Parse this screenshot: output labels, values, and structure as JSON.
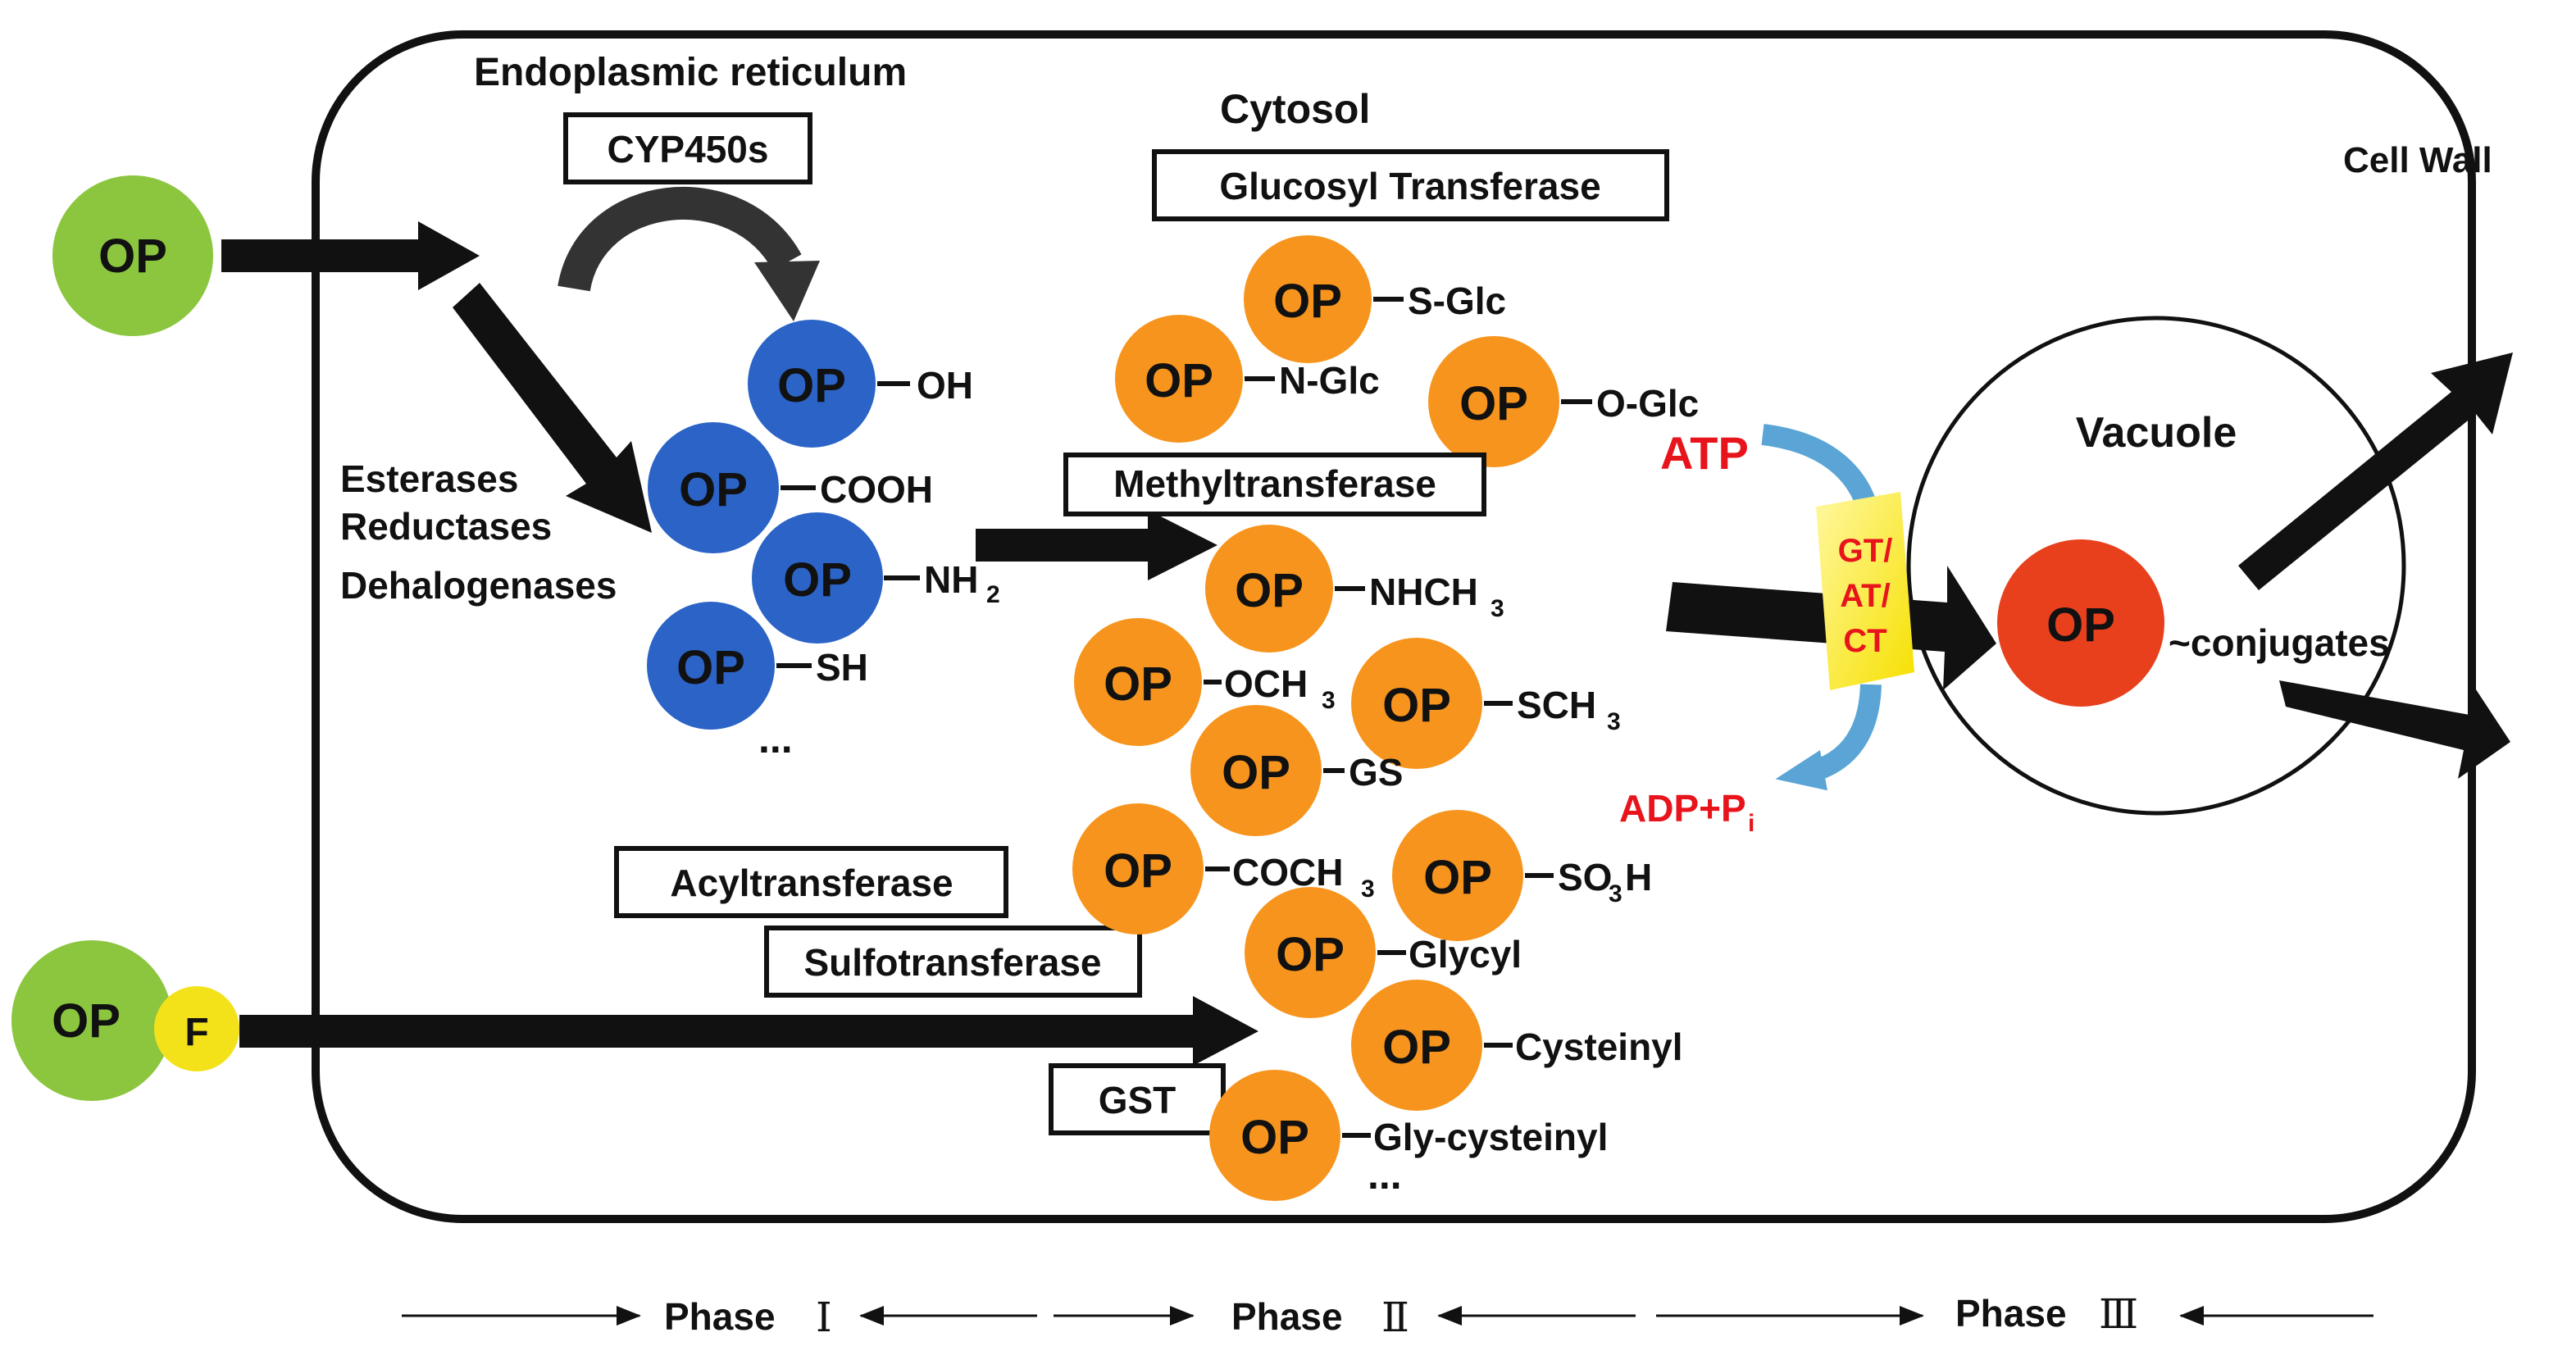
{
  "compartments": {
    "er": "Endoplasmic reticulum",
    "cytosol": "Cytosol",
    "cell_wall": "Cell Wall",
    "vacuole": "Vacuole"
  },
  "enzymes": {
    "cyp450": "CYP450s",
    "glucosyl": "Glucosyl Transferase",
    "methyl": "Methyltransferase",
    "acyl": "Acyltransferase",
    "sulfo": "Sulfotransferase",
    "gst": "GST",
    "phase1_list": [
      "Esterases",
      "Reductases",
      "Dehalogenases"
    ]
  },
  "molecules": {
    "op": "OP",
    "f": "F",
    "ellipsis": "..."
  },
  "phase1_groups": {
    "oh": "OH",
    "cooh": "COOH",
    "nh2": "NH",
    "nh2_sub": "2",
    "sh": "SH"
  },
  "glc_groups": {
    "s_glc": "S-Glc",
    "n_glc": "N-Glc",
    "o_glc": "O-Glc"
  },
  "methyl_groups": {
    "nhch3": "NHCH",
    "nhch3_sub": "3",
    "och3": "OCH",
    "och3_sub": "3",
    "sch3": "SCH",
    "sch3_sub": "3",
    "gs": "GS"
  },
  "acyl_groups": {
    "coch3": "COCH",
    "coch3_sub": "3",
    "so3h_a": "SO",
    "so3h_sub": "3",
    "so3h_b": "H"
  },
  "gst_groups": {
    "glycyl": "Glycyl",
    "cysteinyl": "Cysteinyl",
    "gly_cysteinyl": "Gly-cysteinyl"
  },
  "transport": {
    "atp": "ATP",
    "adp": "ADP+P",
    "adp_sub": "i",
    "transporter_lines": [
      "GT/",
      "AT/",
      "CT"
    ],
    "conjugates": "~conjugates"
  },
  "phases": {
    "p1_word": "Phase",
    "p1_num": "Ⅰ",
    "p2_word": "Phase",
    "p2_num": "Ⅱ",
    "p3_word": "Phase",
    "p3_num": "Ⅲ"
  },
  "colors": {
    "op_green": "#8cc63f",
    "phase1_blue": "#2b63c6",
    "phase2_orange": "#f7941d",
    "vacuole_red": "#e8401c",
    "f_yellow": "#f3e21a",
    "transporter_yellow": "#fff200",
    "atp_arrow_blue": "#5aa5d6",
    "label_red": "#e8141c"
  }
}
